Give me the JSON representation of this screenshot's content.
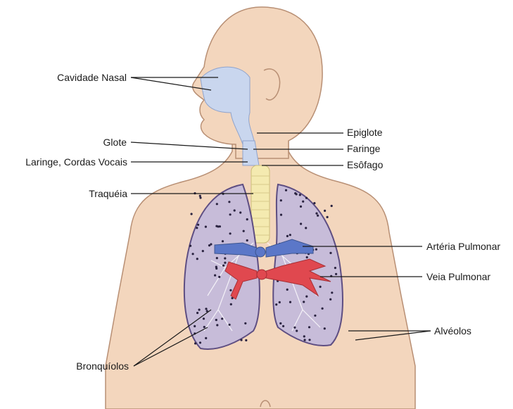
{
  "labels": {
    "cavidade_nasal": "Cavidade Nasal",
    "glote": "Glote",
    "laringe": "Laringe, Cordas Vocais",
    "traqueia": "Traquéia",
    "bronquiolos": "Bronquíolos",
    "epiglote": "Epiglote",
    "faringe": "Faringe",
    "esofago": "Esôfago",
    "arteria_pulmonar": "Artéria Pulmonar",
    "veia_pulmonar": "Veia Pulmonar",
    "alveolos": "Alvéolos"
  },
  "colors": {
    "skin": "#f3d6bd",
    "skin_outline": "#b88f74",
    "airway": "#c9d6ee",
    "trachea": "#f4eab0",
    "lung_fill": "#c7bcd9",
    "lung_outline": "#5e4e82",
    "artery": "#5b77c8",
    "vein": "#e0484f",
    "leader": "#1a1a1a"
  }
}
